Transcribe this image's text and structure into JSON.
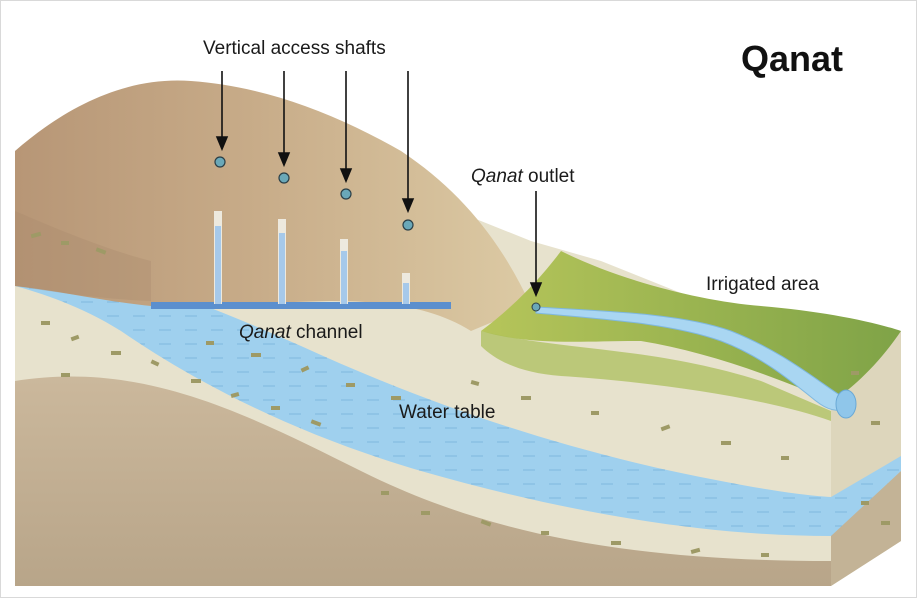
{
  "title": "Qanat",
  "labels": {
    "shafts": "Vertical access shafts",
    "outlet_italic": "Qanat",
    "outlet_rest": " outlet",
    "irrigated": "Irrigated area",
    "channel_italic": "Qanat",
    "channel_rest": " channel",
    "water_table": "Water table"
  },
  "colors": {
    "soil_brown": "#b99a7a",
    "soil_tan": "#d7c49f",
    "sediment": "#e6e1cc",
    "water": "#9fd0ee",
    "grass": "#9dbb4f",
    "bedrock": "#bfae95"
  }
}
